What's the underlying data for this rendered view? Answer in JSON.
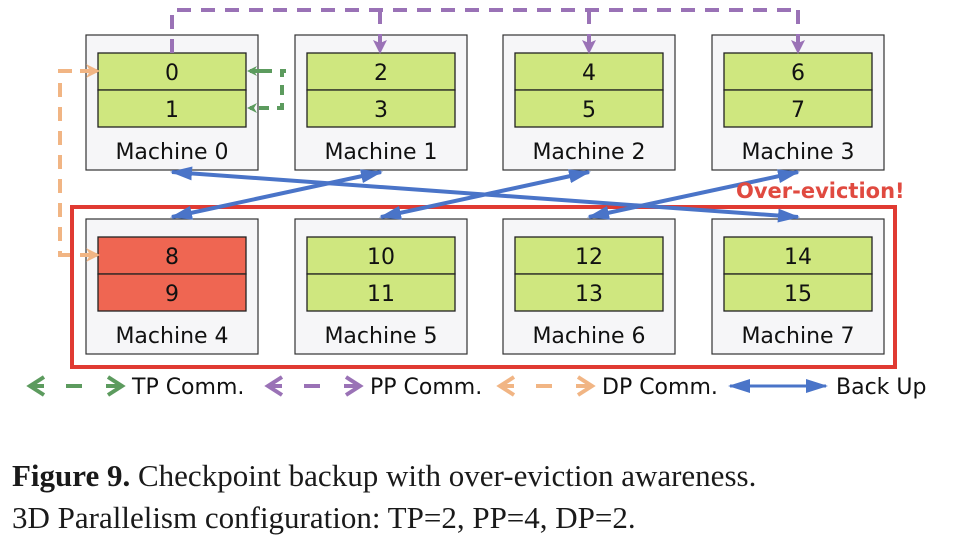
{
  "colors": {
    "cell_ok": "#cfe77f",
    "cell_evicted": "#ef6652",
    "machine_fill": "#f6f6f8",
    "frame": "#e03a32",
    "tp": "#5c9b5e",
    "pp": "#9a72b6",
    "dp": "#f1b584",
    "backup": "#4a74c8",
    "warning_text": "#e04a40"
  },
  "machines": [
    {
      "label": "Machine 0",
      "ranks": [
        "0",
        "1"
      ],
      "evicted": false
    },
    {
      "label": "Machine 1",
      "ranks": [
        "2",
        "3"
      ],
      "evicted": false
    },
    {
      "label": "Machine 2",
      "ranks": [
        "4",
        "5"
      ],
      "evicted": false
    },
    {
      "label": "Machine 3",
      "ranks": [
        "6",
        "7"
      ],
      "evicted": false
    },
    {
      "label": "Machine 4",
      "ranks": [
        "8",
        "9"
      ],
      "evicted": true
    },
    {
      "label": "Machine 5",
      "ranks": [
        "10",
        "11"
      ],
      "evicted": false
    },
    {
      "label": "Machine 6",
      "ranks": [
        "12",
        "13"
      ],
      "evicted": false
    },
    {
      "label": "Machine 7",
      "ranks": [
        "14",
        "15"
      ],
      "evicted": false
    }
  ],
  "backup_pairs": [
    [
      0,
      7
    ],
    [
      1,
      4
    ],
    [
      2,
      5
    ],
    [
      3,
      6
    ]
  ],
  "over_eviction_label": "Over-eviction!",
  "legend": [
    {
      "label": "TP Comm.",
      "kind": "tp"
    },
    {
      "label": "PP Comm.",
      "kind": "pp"
    },
    {
      "label": "DP Comm.",
      "kind": "dp"
    },
    {
      "label": "Back Up",
      "kind": "backup"
    }
  ],
  "caption": {
    "figure_label": "Figure 9.",
    "line1": " Checkpoint backup with over-eviction awareness.",
    "line2": "3D Parallelism configuration: TP=2, PP=4, DP=2."
  }
}
